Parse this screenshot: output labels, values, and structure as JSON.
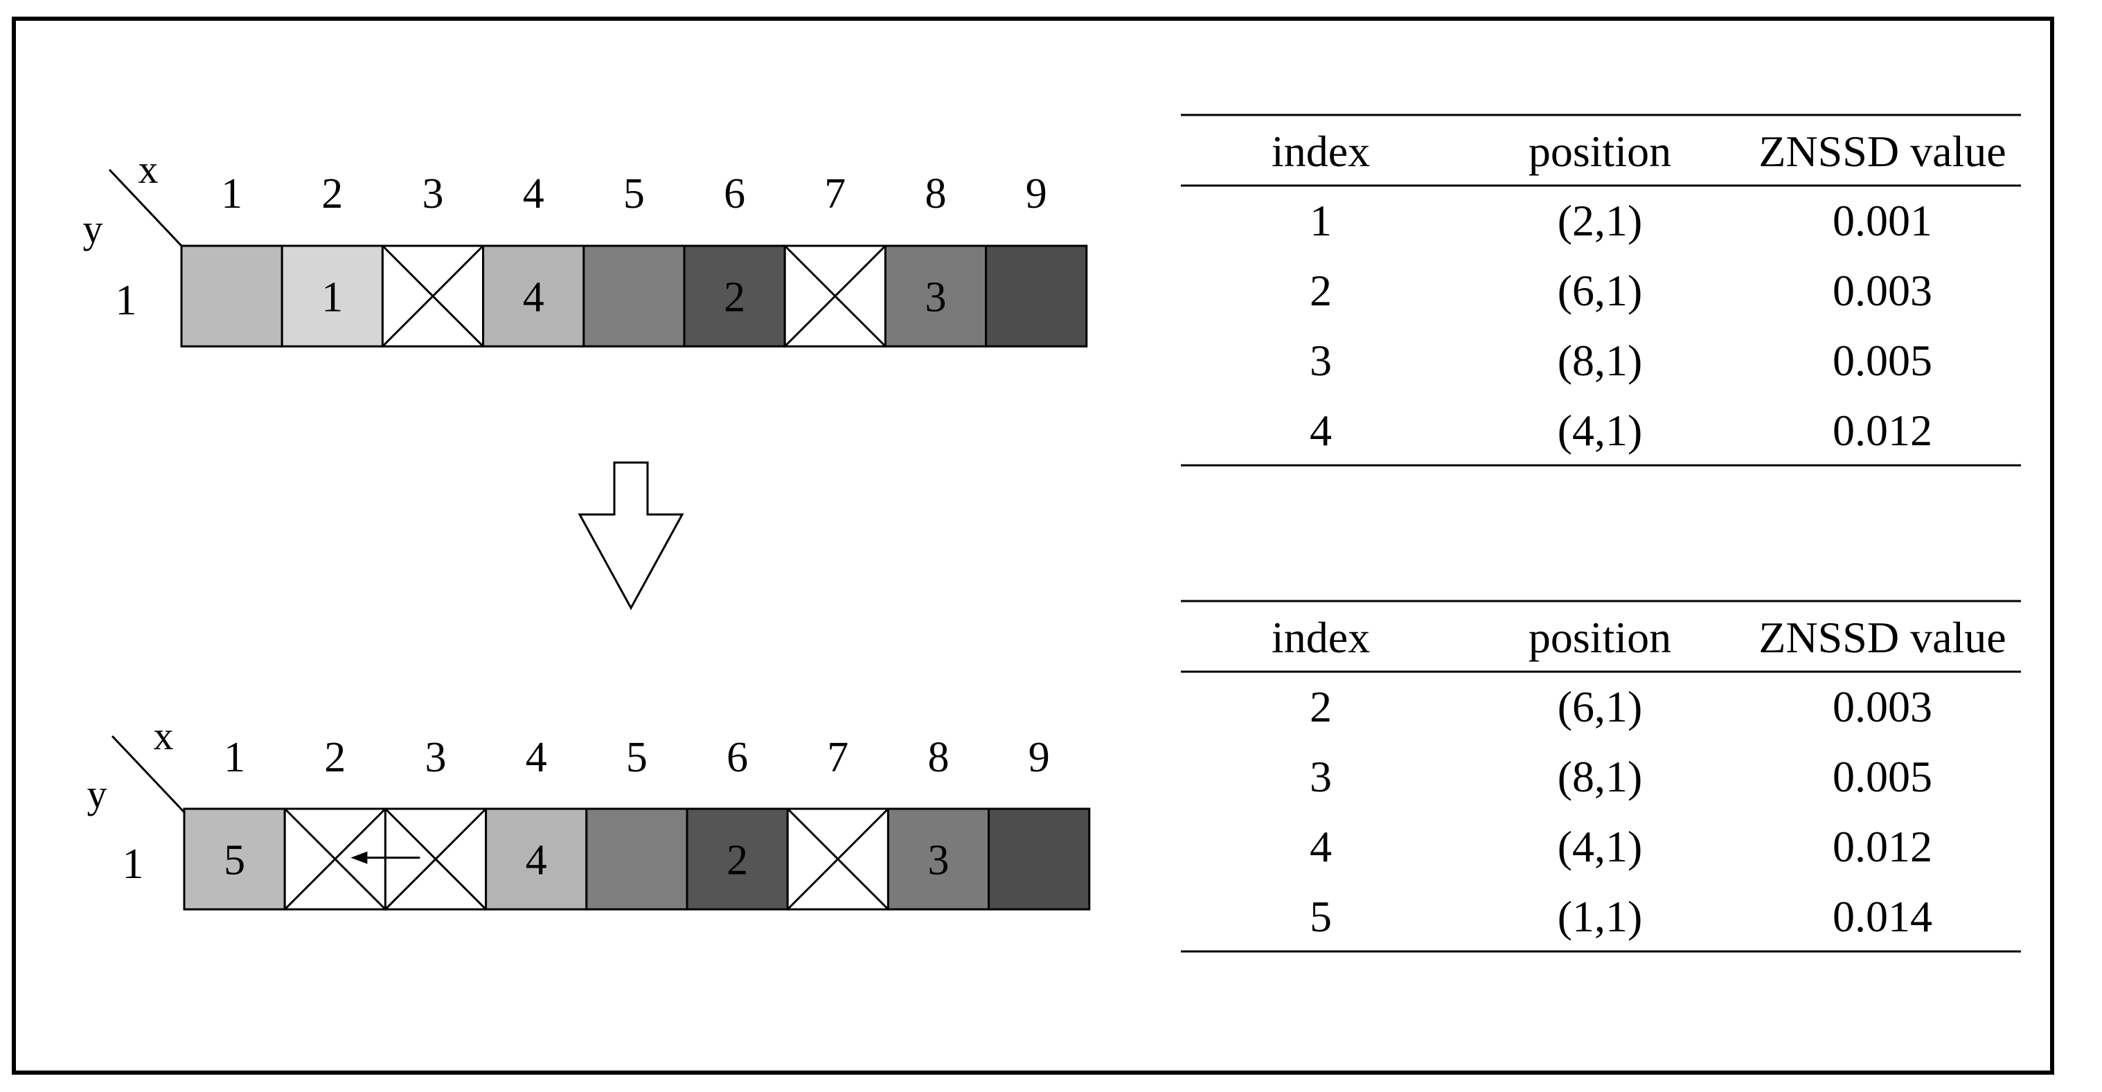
{
  "grids": [
    {
      "x_axis_label": "x",
      "y_axis_label": "y",
      "columns": [
        "1",
        "2",
        "3",
        "4",
        "5",
        "6",
        "7",
        "8",
        "9"
      ],
      "row_label": "1",
      "cells": [
        {
          "label": "",
          "crossed": false,
          "shade": "#bbbbbb"
        },
        {
          "label": "1",
          "crossed": false,
          "shade": "#d6d6d6"
        },
        {
          "label": "",
          "crossed": true,
          "shade": "#ffffff"
        },
        {
          "label": "4",
          "crossed": false,
          "shade": "#b4b4b4"
        },
        {
          "label": "",
          "crossed": false,
          "shade": "#7e7e7e"
        },
        {
          "label": "2",
          "crossed": false,
          "shade": "#555555"
        },
        {
          "label": "",
          "crossed": true,
          "shade": "#ffffff"
        },
        {
          "label": "3",
          "crossed": false,
          "shade": "#7a7a7a"
        },
        {
          "label": "",
          "crossed": false,
          "shade": "#4d4d4d"
        }
      ],
      "arrow_between": null
    },
    {
      "x_axis_label": "x",
      "y_axis_label": "y",
      "columns": [
        "1",
        "2",
        "3",
        "4",
        "5",
        "6",
        "7",
        "8",
        "9"
      ],
      "row_label": "1",
      "cells": [
        {
          "label": "5",
          "crossed": false,
          "shade": "#bbbbbb"
        },
        {
          "label": "",
          "crossed": true,
          "shade": "#ffffff"
        },
        {
          "label": "",
          "crossed": true,
          "shade": "#ffffff"
        },
        {
          "label": "4",
          "crossed": false,
          "shade": "#b4b4b4"
        },
        {
          "label": "",
          "crossed": false,
          "shade": "#7e7e7e"
        },
        {
          "label": "2",
          "crossed": false,
          "shade": "#555555"
        },
        {
          "label": "",
          "crossed": true,
          "shade": "#ffffff"
        },
        {
          "label": "3",
          "crossed": false,
          "shade": "#7a7a7a"
        },
        {
          "label": "",
          "crossed": false,
          "shade": "#4d4d4d"
        }
      ],
      "arrow_between": {
        "from_column": "3",
        "to_column": "2"
      }
    }
  ],
  "tables": [
    {
      "headers": [
        "index",
        "position",
        "ZNSSD value"
      ],
      "rows": [
        [
          "1",
          "(2,1)",
          "0.001"
        ],
        [
          "2",
          "(6,1)",
          "0.003"
        ],
        [
          "3",
          "(8,1)",
          "0.005"
        ],
        [
          "4",
          "(4,1)",
          "0.012"
        ]
      ]
    },
    {
      "headers": [
        "index",
        "position",
        "ZNSSD value"
      ],
      "rows": [
        [
          "2",
          "(6,1)",
          "0.003"
        ],
        [
          "3",
          "(8,1)",
          "0.005"
        ],
        [
          "4",
          "(4,1)",
          "0.012"
        ],
        [
          "5",
          "(1,1)",
          "0.014"
        ]
      ]
    }
  ],
  "colors": {
    "frame": "#000000",
    "light_label_text": "#000000",
    "dark_label_text": "#000000"
  }
}
